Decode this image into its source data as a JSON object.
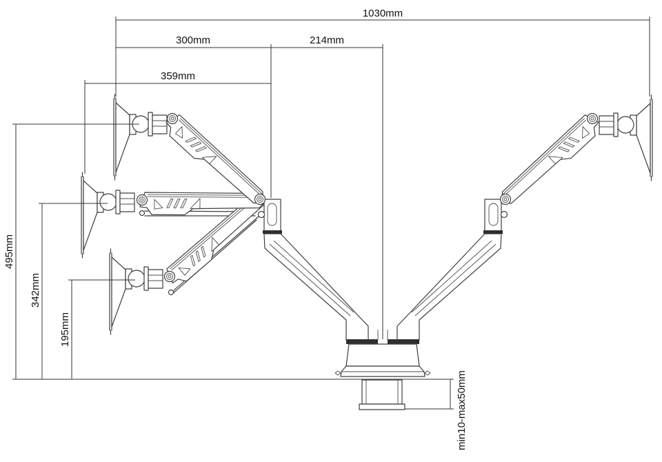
{
  "diagram": {
    "subject": "dual-monitor-desk-mount-arm-dimension-drawing",
    "background": "#ffffff",
    "line_color": "#3d3d3d",
    "dimension_color": "#333333",
    "text_color": "#111111",
    "unit": "mm",
    "dimensions": {
      "total_width": {
        "label": "1030mm",
        "value": 1030,
        "axis": "horizontal"
      },
      "arm_reach_300": {
        "label": "300mm",
        "value": 300,
        "axis": "horizontal"
      },
      "elbow_to_center_214": {
        "label": "214mm",
        "value": 214,
        "axis": "horizontal"
      },
      "arm_reach_359": {
        "label": "359mm",
        "value": 359,
        "axis": "horizontal"
      },
      "height_max_495": {
        "label": "495mm",
        "value": 495,
        "axis": "vertical"
      },
      "height_mid_342": {
        "label": "342mm",
        "value": 342,
        "axis": "vertical"
      },
      "height_min_195": {
        "label": "195mm",
        "value": 195,
        "axis": "vertical"
      },
      "desk_clamp_range": {
        "label": "min10-max50mm",
        "min_value": 10,
        "max_value": 50,
        "axis": "vertical"
      }
    }
  }
}
